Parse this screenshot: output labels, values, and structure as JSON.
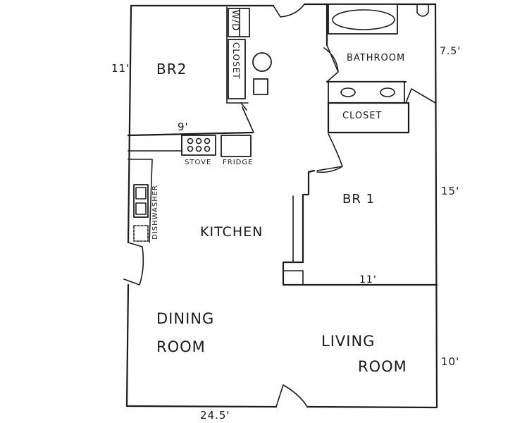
{
  "rooms": {
    "br2": "BR2",
    "wd": "W/D",
    "closet_br2": "CLOSET",
    "bathroom": "BATHROOM",
    "closet_br1": "CLOSET",
    "br1": "BR 1",
    "kitchen": "KITCHEN",
    "dining_line1": "DINING",
    "dining_line2": "ROOM",
    "living_line1": "LIVING",
    "living_line2": "ROOM"
  },
  "appliances": {
    "stove": "STOVE",
    "fridge": "FRIDGE",
    "dishwasher": "DISHWASHER"
  },
  "dimensions": {
    "br2_height": "11'",
    "kitchen_width": "9'",
    "bathroom_height": "7.5'",
    "br1_height": "15'",
    "br1_width": "11'",
    "living_height": "10'",
    "overall_width": "24.5'"
  }
}
